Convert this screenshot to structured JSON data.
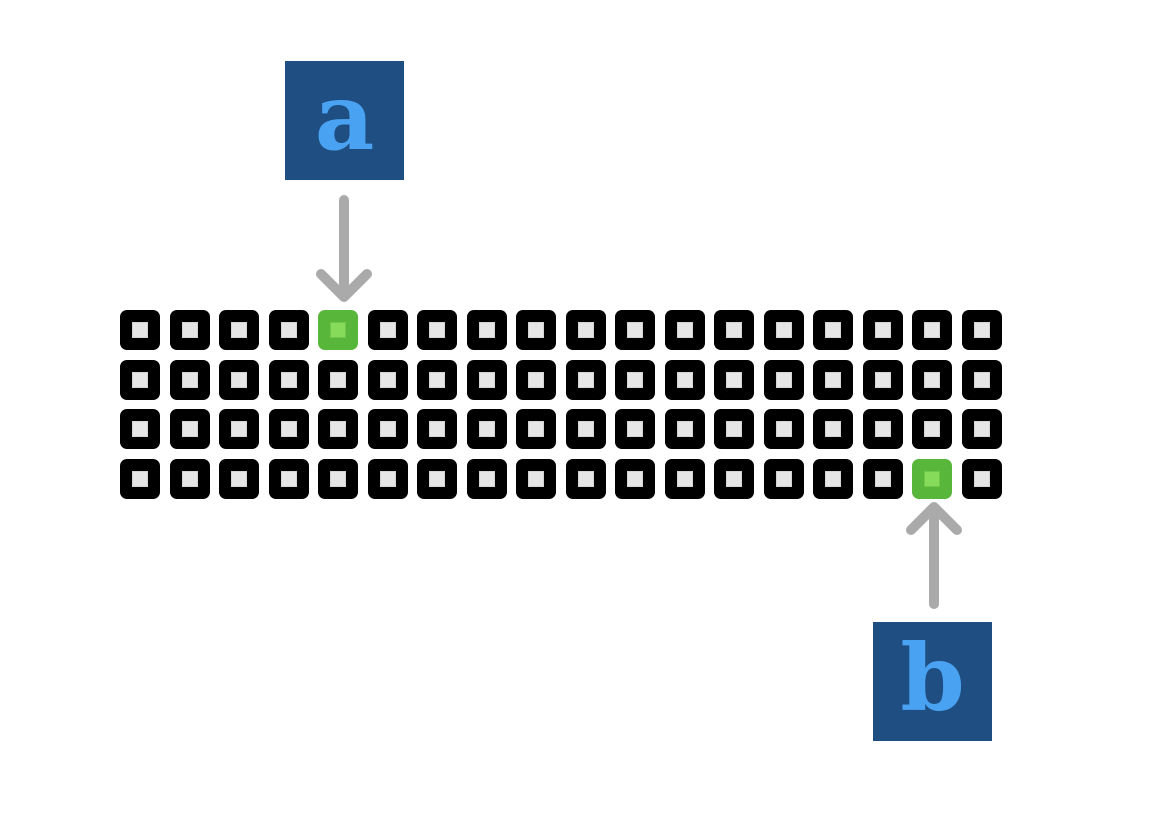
{
  "grid": {
    "rows": 4,
    "cols": 18,
    "cell_color": "#000000",
    "marked_color": "#58b63a",
    "marked_cells": [
      {
        "label": "a",
        "row": 1,
        "col": 5
      },
      {
        "label": "b",
        "row": 4,
        "col": 17
      }
    ]
  },
  "labels": {
    "a": {
      "text": "a",
      "box_color": "#1f4e82",
      "text_color": "#4aa3f2"
    },
    "b": {
      "text": "b",
      "box_color": "#1f4e82",
      "text_color": "#4aa3f2"
    }
  },
  "arrow_color": "#aaaaaa"
}
